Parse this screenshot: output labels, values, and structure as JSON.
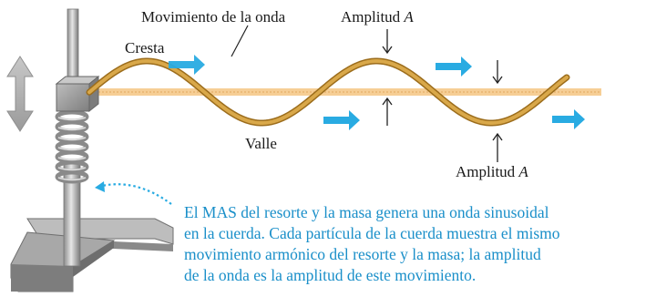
{
  "labels": {
    "wave_motion": "Movimiento de la onda",
    "amplitude_top_text": "Amplitud",
    "amplitude_top_symbol": "A",
    "crest": "Cresta",
    "trough": "Valle",
    "amplitude_bottom_text": "Amplitud",
    "amplitude_bottom_symbol": "A"
  },
  "caption": {
    "line1": "El MAS del resorte y la masa genera una onda sinusoidal",
    "line2": "en la cuerda. Cada partícula de la cuerda muestra el mismo",
    "line3": "movimiento armónico del resorte y la masa; la amplitud",
    "line4": "de la onda es la amplitud de este movimiento."
  },
  "colors": {
    "string": "#d9a84a",
    "string_edge": "#9c6d1c",
    "equilibrium": "#f5c98a",
    "arrow": "#29abe2",
    "caption": "#1a8fc9",
    "apparatus": "#9a9a9a"
  },
  "icons": [
    "double-arrow-icon",
    "direction-arrow-icon",
    "amplitude-marker-icon"
  ]
}
